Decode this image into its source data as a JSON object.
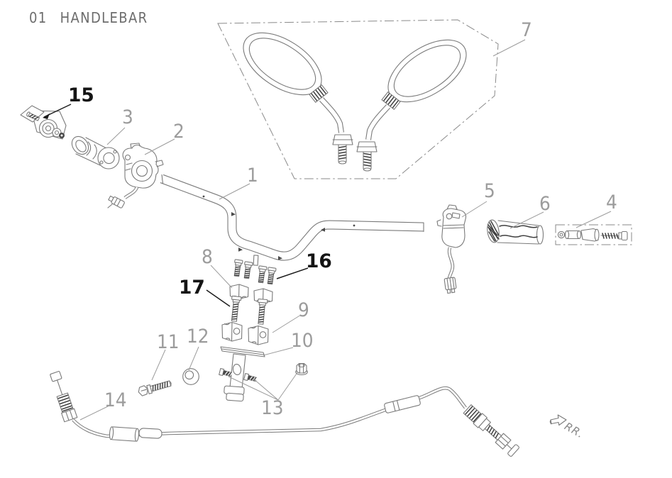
{
  "page": {
    "section_number": "01",
    "title": "HANDLEBAR"
  },
  "direction_label": "RR.",
  "parts": [
    {
      "num": "1",
      "emphasis": "normal"
    },
    {
      "num": "2",
      "emphasis": "normal"
    },
    {
      "num": "3",
      "emphasis": "normal"
    },
    {
      "num": "4",
      "emphasis": "normal"
    },
    {
      "num": "5",
      "emphasis": "normal"
    },
    {
      "num": "6",
      "emphasis": "normal"
    },
    {
      "num": "7",
      "emphasis": "normal"
    },
    {
      "num": "8",
      "emphasis": "normal"
    },
    {
      "num": "9",
      "emphasis": "normal"
    },
    {
      "num": "10",
      "emphasis": "normal"
    },
    {
      "num": "11",
      "emphasis": "normal"
    },
    {
      "num": "12",
      "emphasis": "normal"
    },
    {
      "num": "13",
      "emphasis": "normal"
    },
    {
      "num": "14",
      "emphasis": "normal"
    },
    {
      "num": "15",
      "emphasis": "bold"
    },
    {
      "num": "16",
      "emphasis": "bold"
    },
    {
      "num": "17",
      "emphasis": "bold"
    }
  ],
  "colors": {
    "background": "#ffffff",
    "line_art": "#7a7a7a",
    "label_light": "#9c9c9c",
    "label_bold": "#141414",
    "dark_detail": "#3f3f3f"
  }
}
